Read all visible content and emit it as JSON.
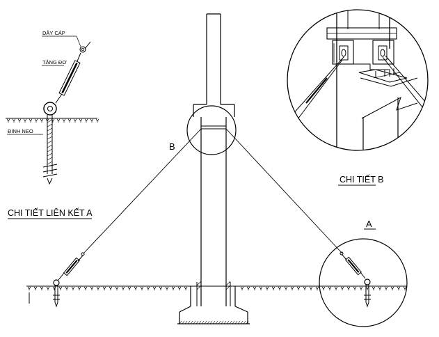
{
  "labels": {
    "day_cap": "DÂY CÁP",
    "tang_do": "TĂNG ĐƠ",
    "dinh_neo": "ĐINH NEO",
    "chi_tiet_lien_ket_a": "CHI TIẾT LIÊN KẾT A",
    "chi_tiet_b": "CHI TIẾT B",
    "marker_a": "A",
    "marker_b": "B"
  }
}
